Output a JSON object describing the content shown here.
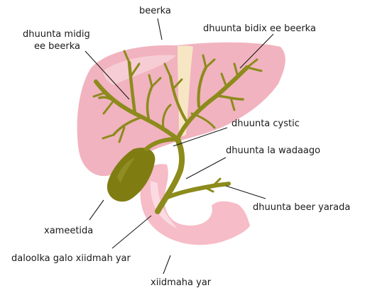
{
  "labels": {
    "liver": "beerka",
    "left_hepatic_duct_l1": "dhuunta midig",
    "left_hepatic_duct_l2": "ee beerka",
    "right_hepatic_duct": "dhuunta bidix ee beerka",
    "cystic_duct": "dhuunta cystic",
    "common_hepatic_duct": "dhuunta la wadaago",
    "pancreatic_duct": "dhuunta beer yarada",
    "gallbladder": "xameetida",
    "bile_duct": "daloolka galo xiidmah yar",
    "duodenum": "xiidmaha yar"
  },
  "colors": {
    "liver": "#f1b3bf",
    "liver_highlight": "#f7cdd5",
    "ligament": "#f7e6c4",
    "duct": "#8c8b1c",
    "duct_dark": "#6e6d10",
    "gallbladder": "#7f7d12",
    "duodenum": "#f6bcc7",
    "duodenum_highlight": "#fbdbe1"
  }
}
